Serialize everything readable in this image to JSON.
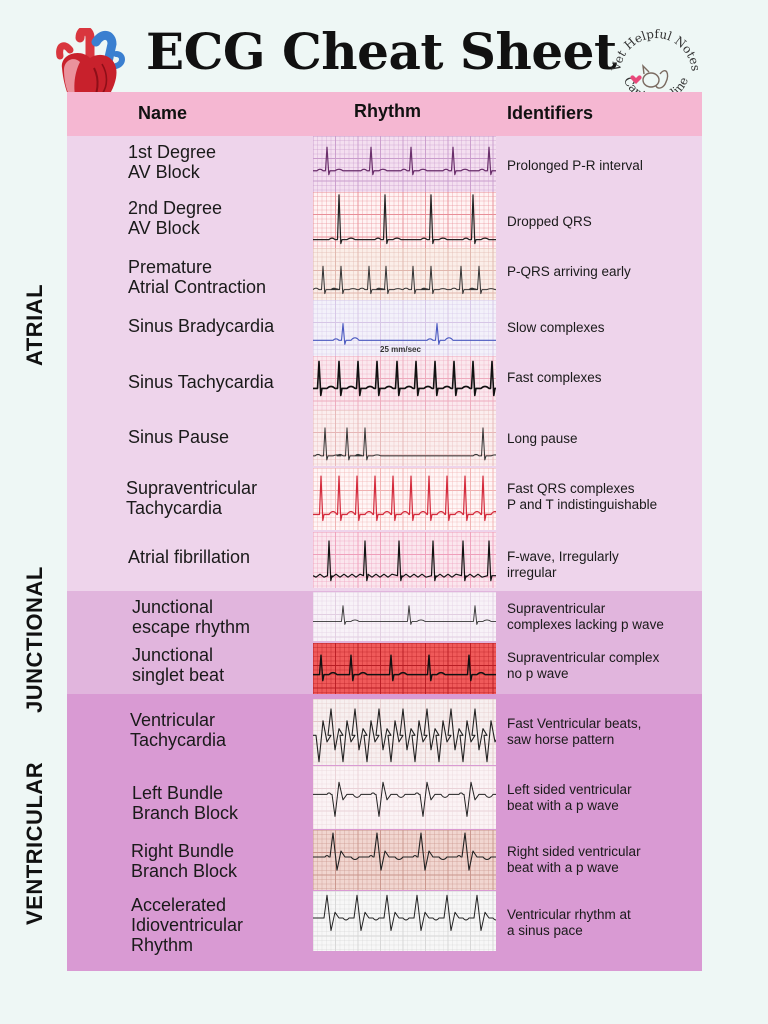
{
  "title": "ECG Cheat Sheet",
  "stamp": {
    "top_text": "Vet Helpful Notes",
    "bottom_text": "Canine Feline"
  },
  "header": {
    "name": "Name",
    "rhythm": "Rhythm",
    "identifiers": "Identifiers"
  },
  "sections": {
    "atrial": "ATRIAL",
    "junctional": "JUNCTIONAL",
    "ventricular": "VENTRICULAR"
  },
  "strip_caption": "25 mm/sec",
  "colors": {
    "background": "#eef7f5",
    "header": "#f5b7d2",
    "atrial": "#eed4eb",
    "junctional": "#e1b5dd",
    "ventricular": "#d99ad3"
  },
  "rows": [
    {
      "name": [
        "1st Degree",
        "AV Block"
      ],
      "identifiers": [
        "Prolonged P-R interval"
      ]
    },
    {
      "name": [
        "2nd Degree",
        "AV Block"
      ],
      "identifiers": [
        "Dropped QRS"
      ]
    },
    {
      "name": [
        "Premature",
        "Atrial Contraction"
      ],
      "identifiers": [
        "P-QRS arriving early"
      ]
    },
    {
      "name": [
        "Sinus Bradycardia"
      ],
      "identifiers": [
        "Slow complexes"
      ]
    },
    {
      "name": [
        "Sinus Tachycardia"
      ],
      "identifiers": [
        "Fast complexes"
      ]
    },
    {
      "name": [
        "Sinus Pause"
      ],
      "identifiers": [
        "Long pause"
      ]
    },
    {
      "name": [
        "Supraventricular",
        "Tachycardia"
      ],
      "identifiers": [
        "Fast QRS complexes",
        "P and T indistinguishable"
      ]
    },
    {
      "name": [
        "Atrial fibrillation"
      ],
      "identifiers": [
        "F-wave, Irregularly",
        "irregular"
      ]
    },
    {
      "name": [
        "Junctional",
        "escape rhythm"
      ],
      "identifiers": [
        "Supraventricular",
        "complexes lacking p wave"
      ]
    },
    {
      "name": [
        "Junctional",
        "singlet beat"
      ],
      "identifiers": [
        "Supraventricular complex",
        "no p wave"
      ]
    },
    {
      "name": [
        "Ventricular",
        "Tachycardia"
      ],
      "identifiers": [
        "Fast Ventricular beats,",
        "saw horse pattern"
      ]
    },
    {
      "name": [
        "Left Bundle",
        "Branch Block"
      ],
      "identifiers": [
        "Left sided ventricular",
        "beat with a p wave"
      ]
    },
    {
      "name": [
        "Right Bundle",
        "Branch Block"
      ],
      "identifiers": [
        "Right sided ventricular",
        "beat with a p wave"
      ]
    },
    {
      "name": [
        "Accelerated",
        "Idioventricular",
        "Rhythm"
      ],
      "identifiers": [
        "Ventricular rhythm at",
        "a sinus pace"
      ]
    }
  ]
}
